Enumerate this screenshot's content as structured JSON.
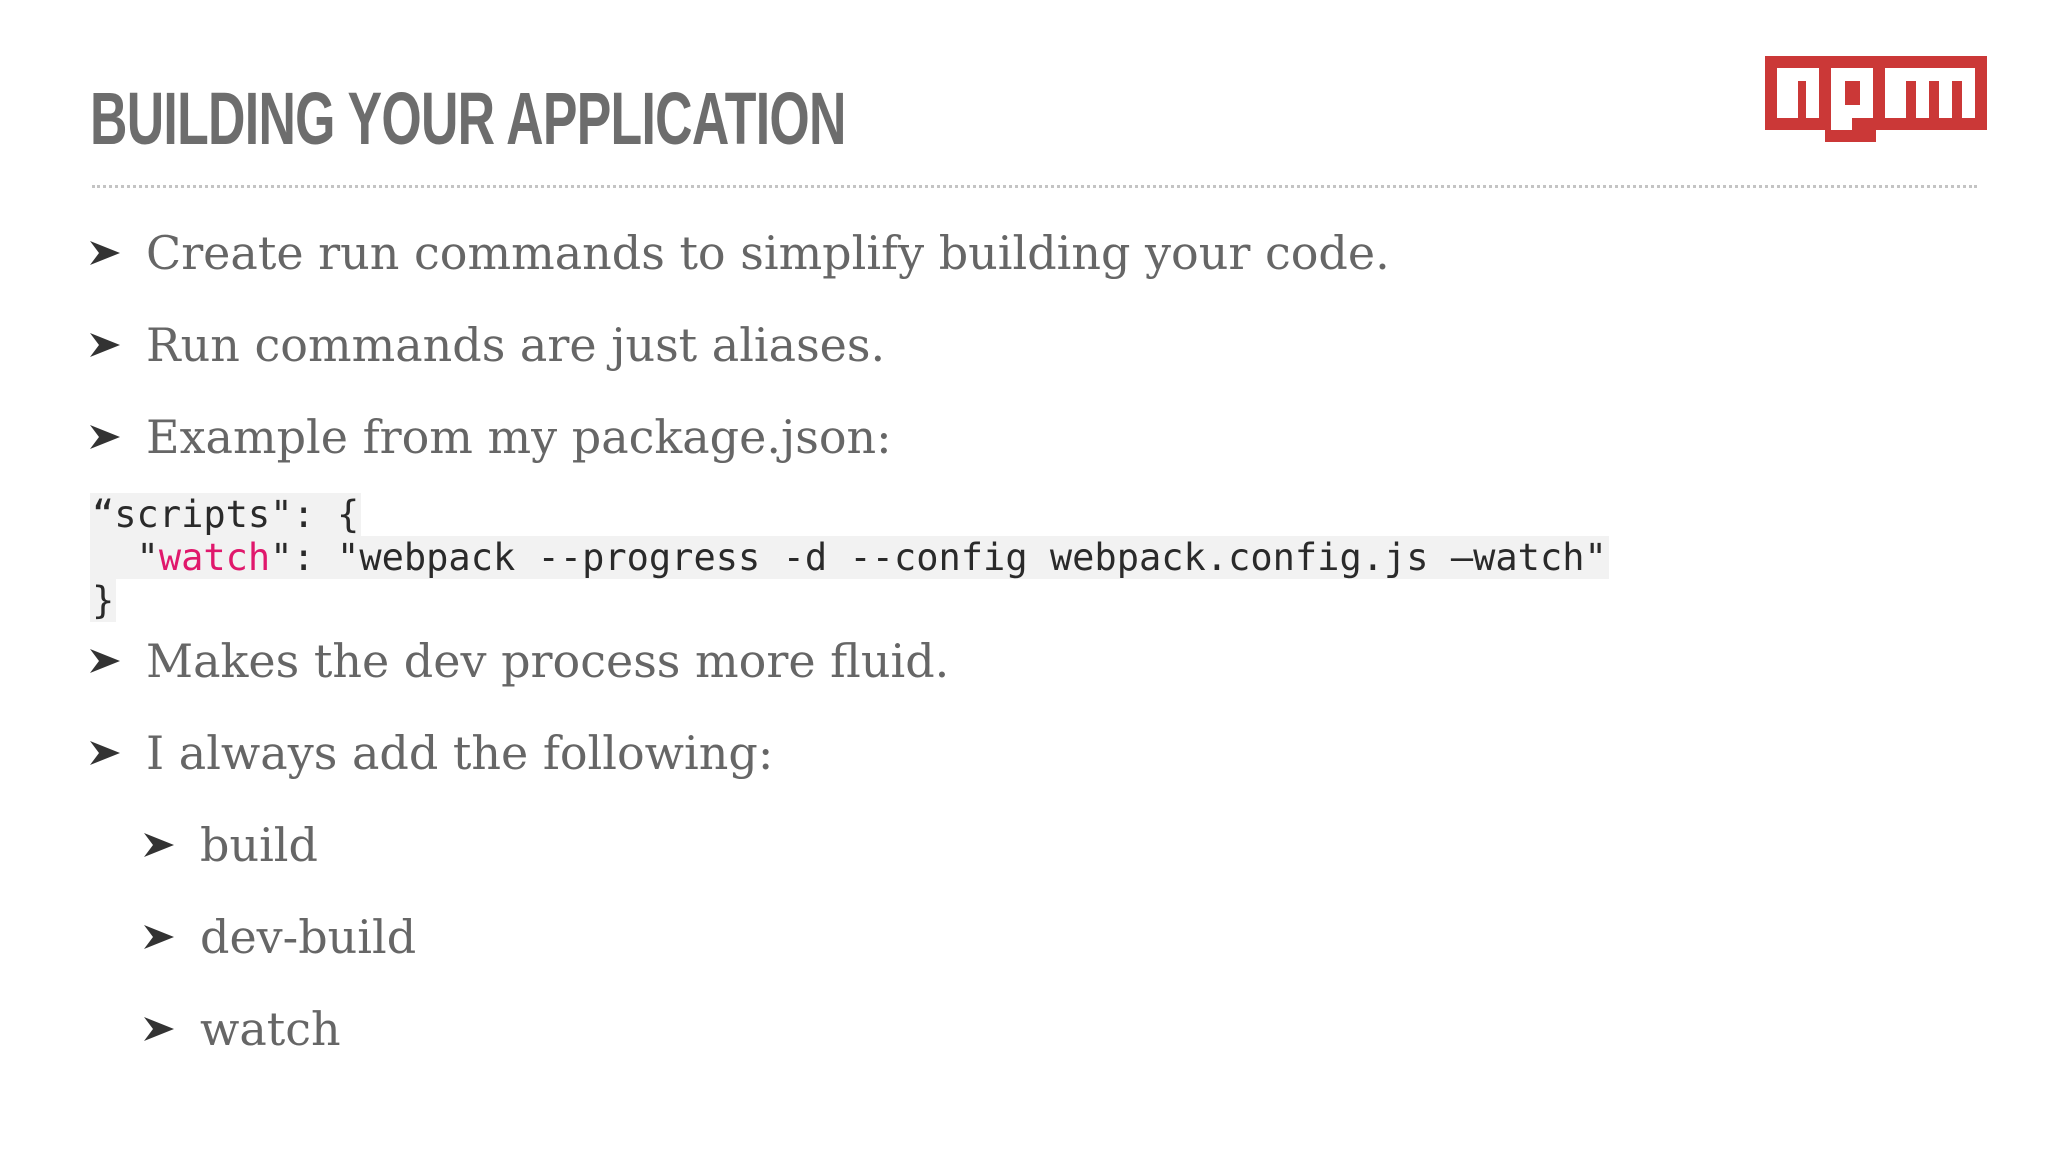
{
  "slide": {
    "title": "BUILDING YOUR APPLICATION",
    "logo": {
      "icon": "npm-logo-icon",
      "color": "#cb3837"
    },
    "bullets": [
      {
        "text": "Create run commands to simplify building your code."
      },
      {
        "text": "Run commands are just aliases."
      },
      {
        "text": "Example from my package.json:"
      }
    ],
    "code": {
      "line1": "“scripts\": {",
      "line2_indent": "  \"",
      "line2_key": "watch",
      "line2_rest": "\": \"webpack --progress -d --config webpack.config.js —watch\"",
      "line3": "}"
    },
    "bullets_after": [
      {
        "text": "Makes the dev process more fluid."
      },
      {
        "text": "I always add the following:"
      }
    ],
    "sub_bullets": [
      {
        "text": "build"
      },
      {
        "text": "dev-build"
      },
      {
        "text": "watch"
      }
    ],
    "colors": {
      "title": "#6d6d6d",
      "body_text": "#666666",
      "code_key": "#e0186c",
      "code_background": "#f2f2f2"
    }
  }
}
